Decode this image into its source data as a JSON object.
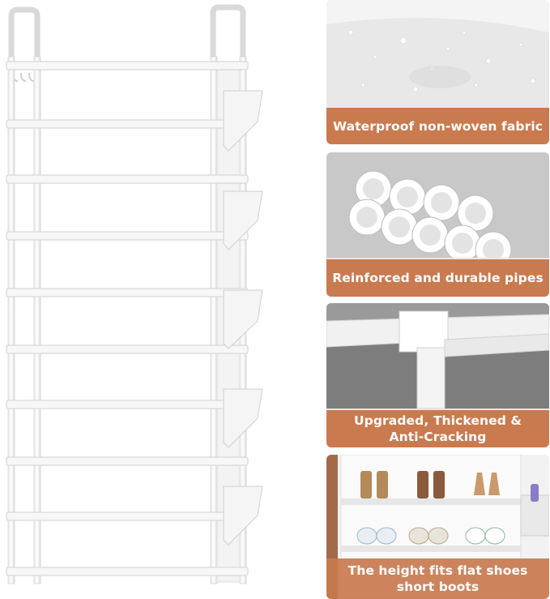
{
  "product": {
    "features": [
      {
        "caption": "Waterproof non-woven fabric",
        "image": "water-droplets-on-fabric"
      },
      {
        "caption": "Reinforced and durable pipes",
        "image": "white-pipe-ends"
      },
      {
        "caption_line1": "Upgraded, Thickened &",
        "caption_line2": "Anti-Cracking",
        "image": "corner-joint-closeup"
      },
      {
        "caption_line1": "The height fits flat shoes",
        "caption_line2": "short boots",
        "image": "rack-with-shoes"
      }
    ],
    "colors": {
      "accent": "#c97a4e",
      "frame": "#ffffff",
      "background": "#ffffff"
    }
  }
}
